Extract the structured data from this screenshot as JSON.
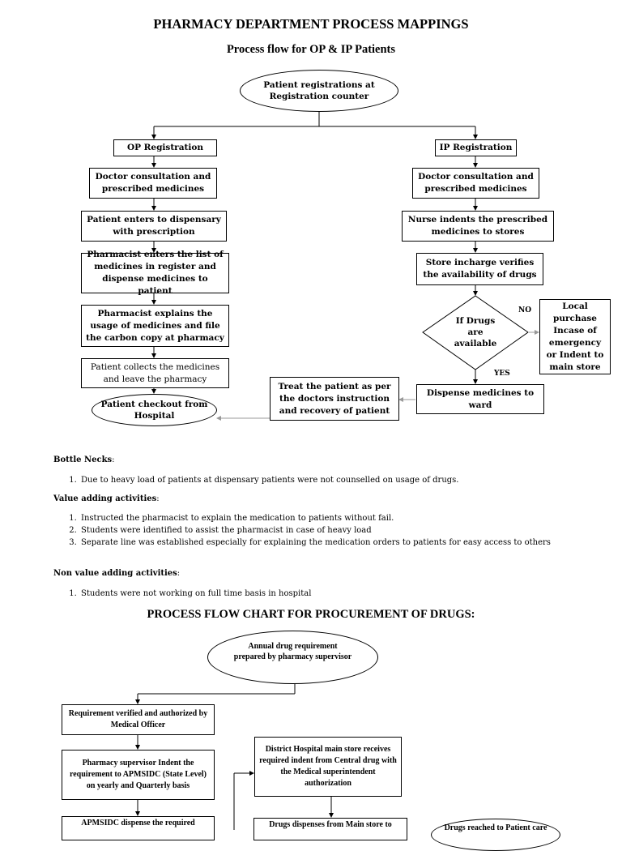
{
  "titles": {
    "main": "PHARMACY DEPARTMENT PROCESS MAPPINGS",
    "sub": "Process flow for OP & IP Patients",
    "procurement": "PROCESS FLOW CHART FOR PROCUREMENT OF DRUGS:"
  },
  "flow1": {
    "registration": "Patient registrations at Registration counter",
    "op_registration": "OP Registration",
    "ip_registration": "IP Registration",
    "op_consult": "Doctor consultation and prescribed medicines",
    "ip_consult": "Doctor consultation and prescribed medicines",
    "op_dispensary": "Patient enters to dispensary with prescription",
    "ip_nurse": "Nurse indents the prescribed medicines to stores",
    "op_pharmacist_list": "Pharmacist enters the list of medicines in register and dispense medicines to patient",
    "ip_store_verify": "Store incharge verifies the availability of drugs",
    "op_explain": "Pharmacist explains the usage of medicines and file the carbon copy at pharmacy",
    "decision": "If Drugs are available",
    "no_label": "NO",
    "yes_label": "YES",
    "local_purchase": "Local purchase Incase of emergency or Indent to main store",
    "op_collect": "Patient collects the medicines and leave the pharmacy",
    "checkout": "Patient checkout from Hospital",
    "treat": "Treat the patient as per the doctors instruction and recovery of patient",
    "dispense_ward": "Dispense medicines to ward"
  },
  "bottle_necks": {
    "heading": "Bottle Necks",
    "items": [
      "Due to heavy load of patients at dispensary patients were not counselled on usage of drugs."
    ]
  },
  "value_adding": {
    "heading": "Value adding activities",
    "items": [
      "Instructed the pharmacist to explain the medication to patients without fail.",
      "Students were identified to assist the pharmacist in case of heavy load",
      "Separate line was established especially for explaining the medication orders to patients for easy access to others"
    ]
  },
  "non_value_adding": {
    "heading": "Non value adding activities",
    "items": [
      "Students were not working on full time basis in hospital"
    ]
  },
  "flow2": {
    "annual": "Annual drug requirement prepared by pharmacy supervisor",
    "verified": "Requirement verified and authorized by Medical Officer",
    "indent": "Pharmacy supervisor Indent the requirement to APMSIDC (State Level) on yearly and Quarterly basis",
    "district": "District Hospital main store receives required indent from Central drug with the Medical superintendent authorization",
    "apmsidc": "APMSIDC dispense the required",
    "drugs_dispense": "Drugs dispenses from Main store to",
    "reached": "Drugs reached to Patient care"
  }
}
